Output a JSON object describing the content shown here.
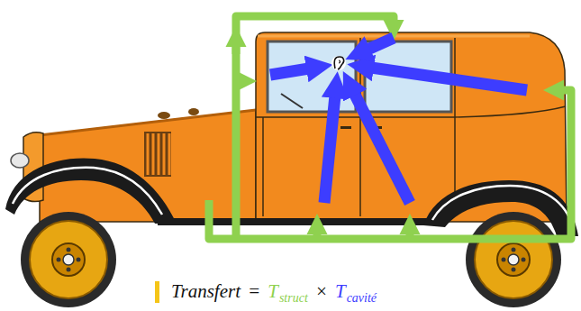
{
  "diagram": {
    "labels": [
      "Transfert",
      "=",
      "T",
      "struct",
      "×",
      "T",
      "cavité"
    ]
  }
}
